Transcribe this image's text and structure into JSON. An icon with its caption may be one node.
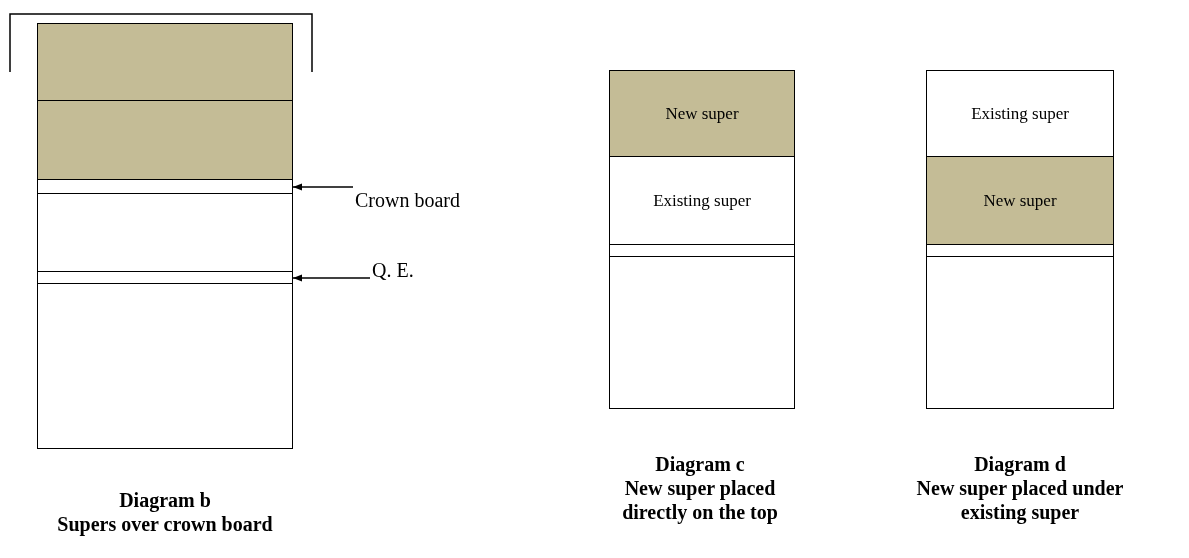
{
  "diagram": {
    "nodes": [
      {
        "text": [],
        "shape": "box"
      },
      {
        "text": [],
        "shape": "box"
      },
      {
        "text": [],
        "shape": "box"
      },
      {
        "text": [],
        "shape": "box"
      },
      {
        "text": [],
        "shape": "box"
      },
      {
        "text": [],
        "shape": "box"
      },
      {
        "text": [
          "Crown board"
        ]
      },
      {
        "text": [
          "Q. E."
        ]
      },
      {
        "text": [
          "New super"
        ]
      },
      {
        "text": [
          "Existing super"
        ]
      },
      {
        "text": [],
        "shape": "box"
      },
      {
        "text": [],
        "shape": "box"
      },
      {
        "text": [
          "Existing super"
        ]
      },
      {
        "text": [
          "New super"
        ]
      },
      {
        "text": [],
        "shape": "box"
      },
      {
        "text": [],
        "shape": "box"
      }
    ],
    "edges": [
      {
        "from": 6,
        "to": 2,
        "arrow": "to"
      },
      {
        "from": 7,
        "to": 4,
        "arrow": "to"
      }
    ],
    "labels": [
      "Diagram b",
      "Supers over crown board",
      "Diagram c",
      "New super placed directly on the top",
      "Diagram d",
      "New super placed under existing super"
    ]
  }
}
